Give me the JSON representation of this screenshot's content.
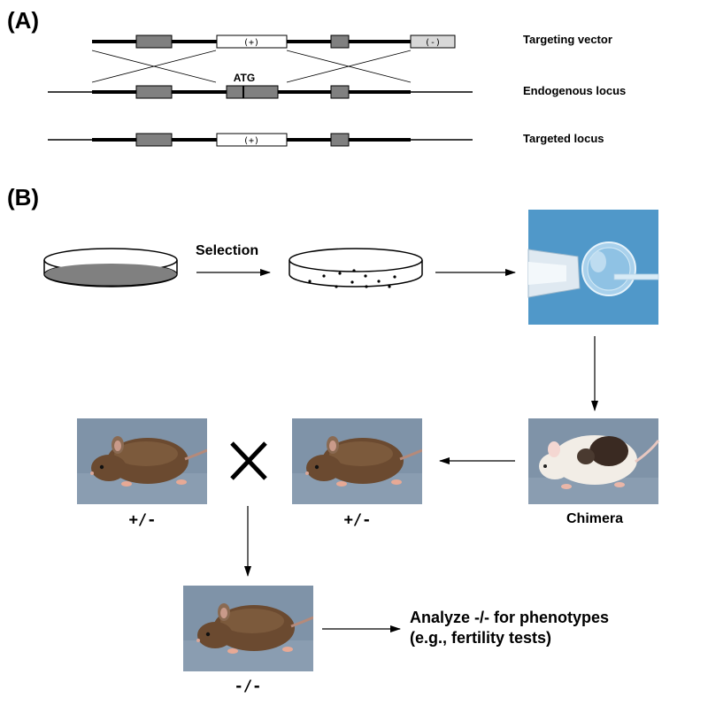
{
  "panel_a": {
    "label": "(A)",
    "rows": [
      {
        "label": "Targeting vector"
      },
      {
        "label": "Endogenous locus"
      },
      {
        "label": "Targeted locus"
      }
    ],
    "positive_marker": "(+)",
    "negative_marker": "(-)",
    "atg": "ATG"
  },
  "panel_b": {
    "label": "(B)",
    "selection": "Selection",
    "chimera": "Chimera",
    "het1": "+/-",
    "het2": "+/-",
    "ko": "-/-",
    "analyze_line1": "Analyze -/- for phenotypes",
    "analyze_line2": "(e.g., fertility tests)"
  },
  "colors": {
    "exon": "#808080",
    "neg_box": "#d8d8d8",
    "photo_bg": "#7f93a8",
    "mouse_brown": "#6b4a30",
    "chimera_white": "#f2ede6",
    "blastocyst_bg": "#5aa2cf"
  }
}
